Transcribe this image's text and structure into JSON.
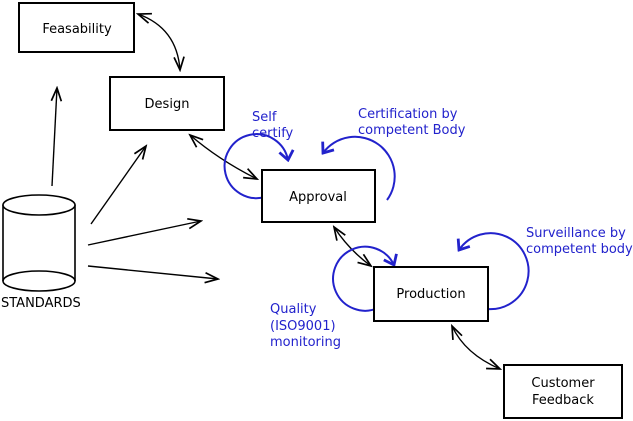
{
  "nodes": {
    "feasability": {
      "label": "Feasability"
    },
    "design": {
      "label": "Design"
    },
    "approval": {
      "label": "Approval"
    },
    "production": {
      "label": "Production"
    },
    "customer_feedback": {
      "line1": "Customer",
      "line2": "Feedback"
    },
    "standards": {
      "label": "STANDARDS"
    }
  },
  "annotations": {
    "self_certify": {
      "line1": "Self",
      "line2": "certify"
    },
    "certification": {
      "line1": "Certification by",
      "line2": "competent Body"
    },
    "surveillance": {
      "line1": "Surveillance by",
      "line2": "competent body"
    },
    "quality": {
      "line1": "Quality",
      "line2": "(ISO9001)",
      "line3": "monitoring"
    }
  },
  "colors": {
    "annotation_blue": "#2222cc",
    "line_black": "#000000",
    "background": "#ffffff"
  }
}
